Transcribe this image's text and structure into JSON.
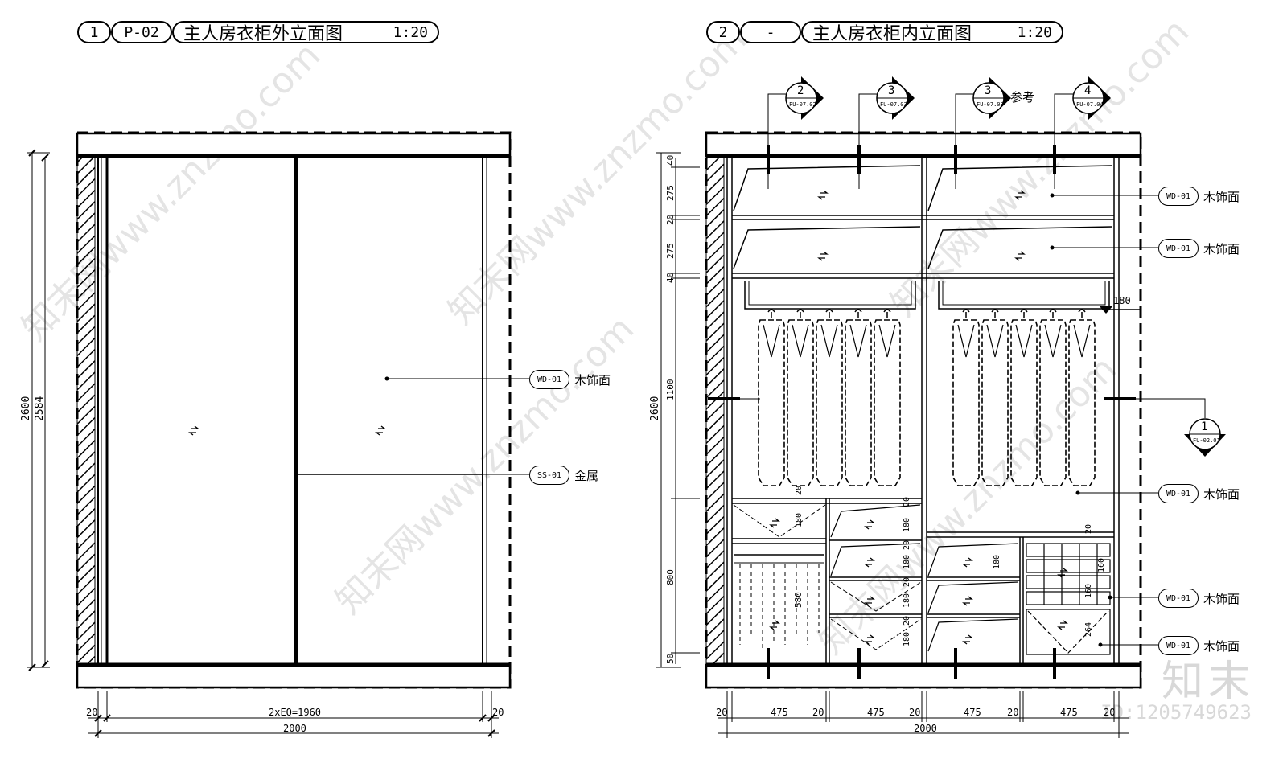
{
  "left_title": {
    "no": "1",
    "ref": "P-02",
    "name": "主人房衣柜外立面图",
    "scale": "1:20"
  },
  "right_title": {
    "no": "2",
    "ref": "-",
    "name": "主人房衣柜内立面图",
    "scale": "1:20"
  },
  "left_dims": {
    "h_total": "2600",
    "h_inner": "2584",
    "side_l": "20",
    "side_r": "20",
    "span": "2xEQ=1960",
    "width": "2000"
  },
  "right_dims": {
    "h_total": "2600",
    "v_segments": [
      "40",
      "275",
      "20",
      "275",
      "40",
      "1100",
      "800",
      "50"
    ],
    "bottom": [
      "20",
      "475",
      "20",
      "475",
      "20",
      "475",
      "20",
      "475",
      "20"
    ],
    "width": "2000",
    "rod_note": "180"
  },
  "callouts_left": [
    {
      "tag": "WD-01",
      "label": "木饰面"
    },
    {
      "tag": "SS-01",
      "label": "金属"
    }
  ],
  "callouts_right": [
    {
      "tag": "WD-01",
      "label": "木饰面"
    },
    {
      "tag": "WD-01",
      "label": "木饰面"
    },
    {
      "tag": "WD-01",
      "label": "木饰面"
    },
    {
      "tag": "WD-01",
      "label": "木饰面"
    },
    {
      "tag": "WD-01",
      "label": "木饰面"
    }
  ],
  "section_markers": [
    {
      "num": "2",
      "ref": "FU-07.02"
    },
    {
      "num": "3",
      "ref": "FU-07.03"
    },
    {
      "num": "3",
      "ref": "FU-07.03",
      "note": "参考"
    },
    {
      "num": "4",
      "ref": "FU-07.04"
    }
  ],
  "side_marker": {
    "num": "1",
    "ref": "FU-02.01"
  },
  "inner_dims": [
    "20",
    "180",
    "20",
    "180",
    "20",
    "180",
    "20",
    "180",
    "20",
    "180",
    "580",
    "180",
    "160",
    "160",
    "264",
    "20"
  ],
  "watermark": {
    "text": "知末网www.znzmo.com",
    "brand": "知末",
    "id": "ID:1205749623"
  }
}
